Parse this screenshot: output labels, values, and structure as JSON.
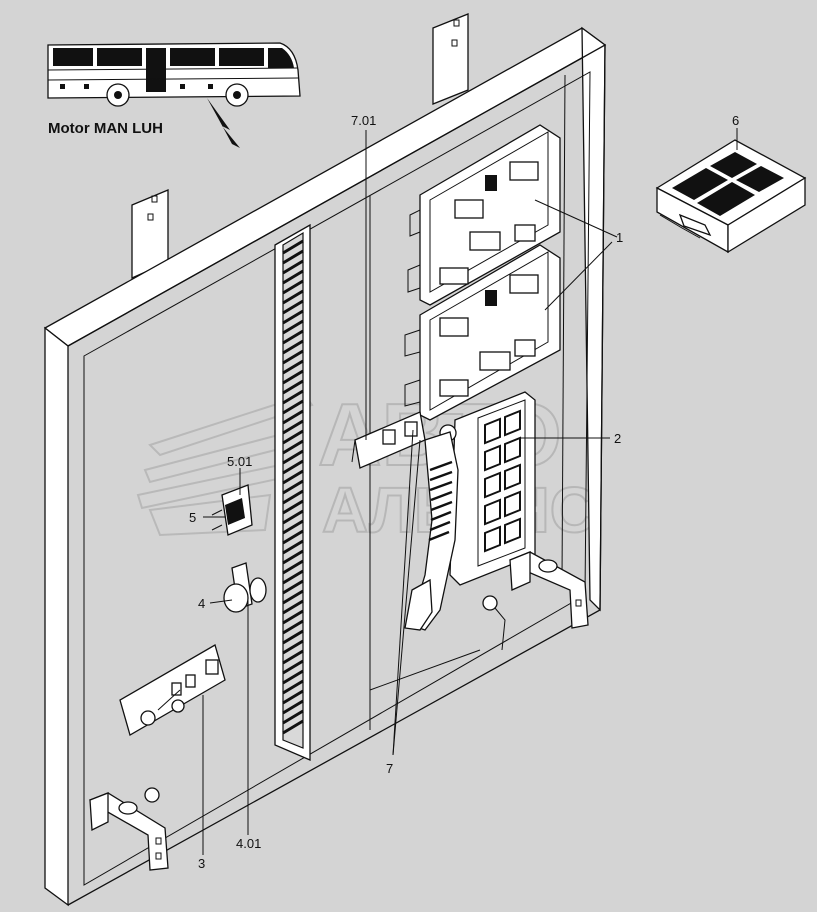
{
  "caption": "Motor MAN LUH",
  "watermark": {
    "line1": "АВТО",
    "line2": "АЛЬЯНС"
  },
  "callouts": {
    "c1": "1",
    "c2": "2",
    "c3": "3",
    "c4": "4",
    "c401": "4.01",
    "c5": "5",
    "c501": "5.01",
    "c6": "6",
    "c7": "7",
    "c701": "7.01"
  }
}
